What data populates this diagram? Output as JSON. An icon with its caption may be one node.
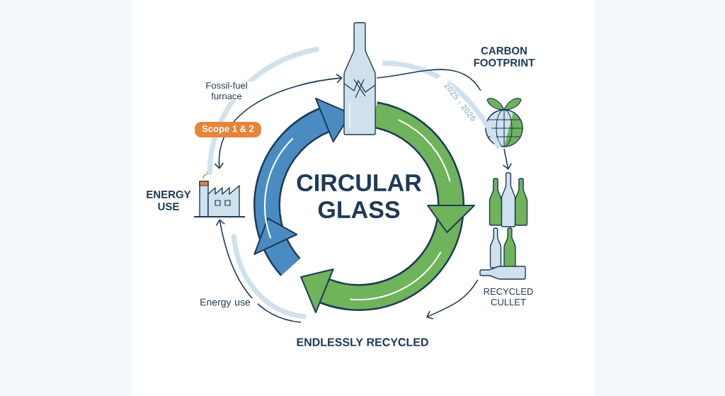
{
  "diagram": {
    "title": "CIRCULAR GLASS",
    "nodes": [
      {
        "text": [],
        "shape": "picture",
        "beside": [
          "ENERGY USE"
        ]
      },
      {
        "text": [],
        "shape": "picture"
      },
      {
        "text": [],
        "shape": "picture",
        "beside": [
          "CARBON FOOTPRINT"
        ]
      },
      {
        "text": [],
        "shape": "picture"
      },
      {
        "text": [],
        "shape": "picture",
        "beside": [
          "RECYCLED CULLET"
        ]
      }
    ],
    "edges": [
      {
        "from": 0,
        "to": 1,
        "arrow": "both",
        "label": "Fossil-fuel furnace"
      },
      {
        "from": null,
        "to": 0,
        "arrow": "to",
        "label": "Energy use"
      },
      {
        "from": 1,
        "to": 2,
        "arrow": "none",
        "label": "2025 - 2026"
      },
      {
        "from": 2,
        "to": 3,
        "arrow": "to"
      },
      {
        "from": 4,
        "to": null,
        "arrow": "to"
      }
    ],
    "labels": [
      "Scope 1 & 2",
      "ENDLESSLY RECYCLED"
    ]
  }
}
